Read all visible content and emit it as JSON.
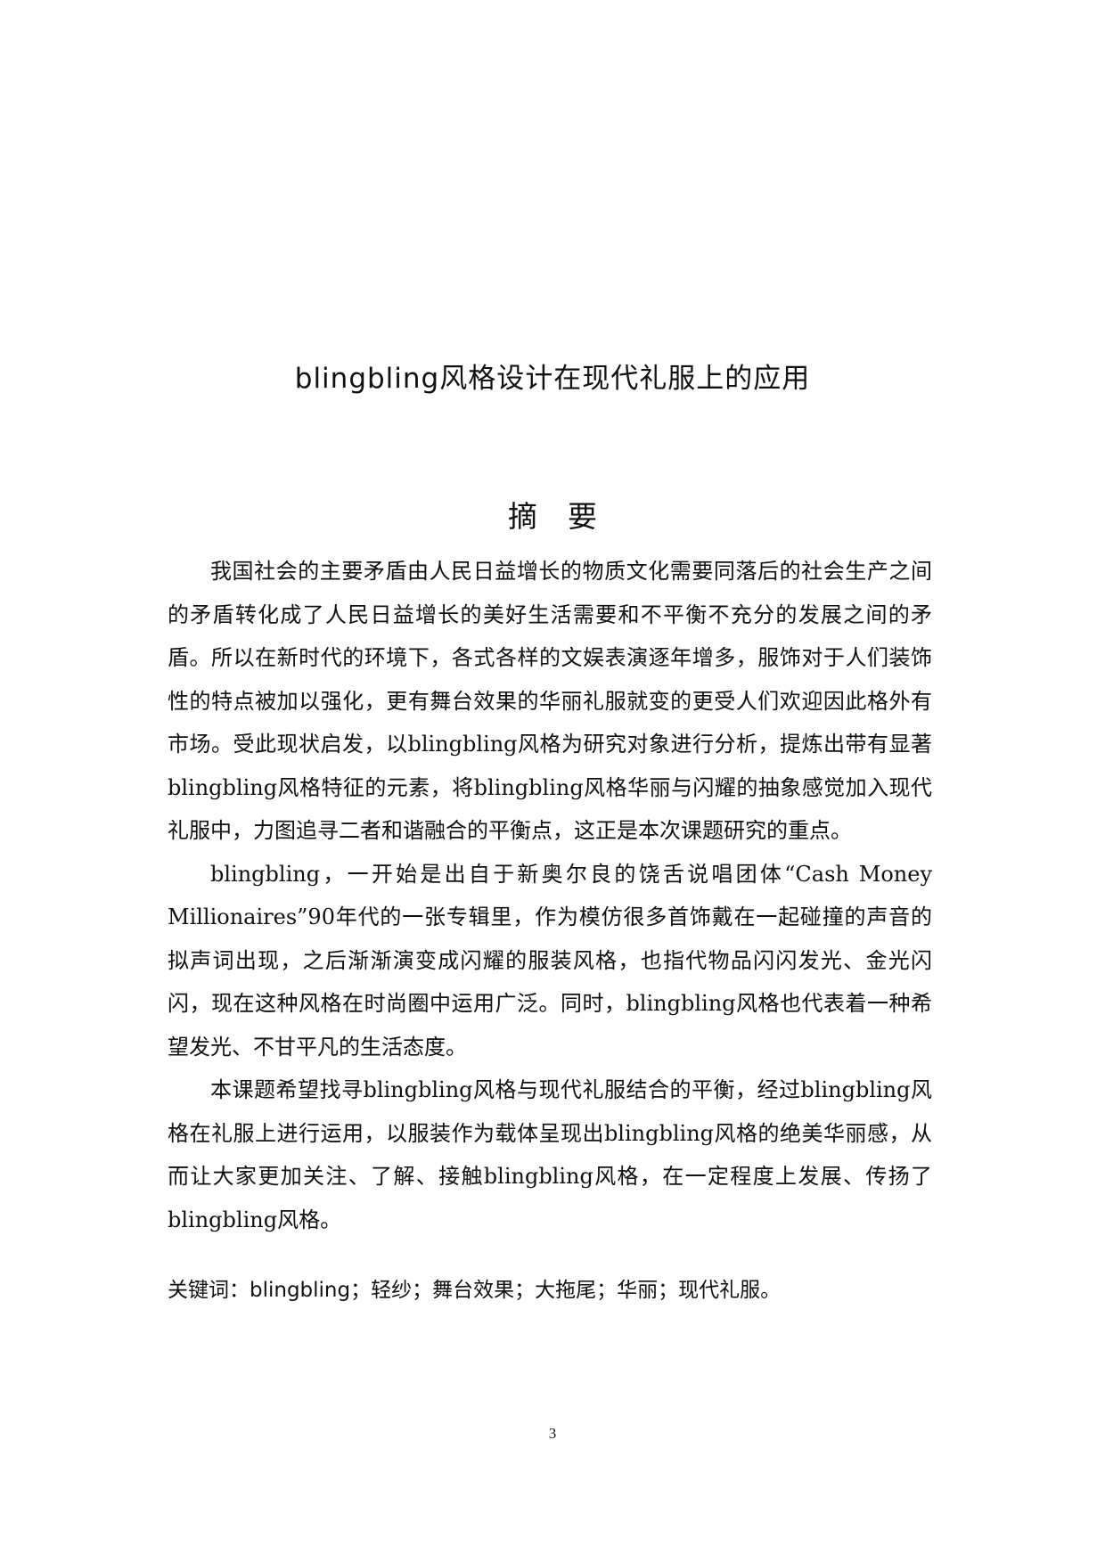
{
  "document": {
    "title": "blingbling风格设计在现代礼服上的应用",
    "abstract_heading": "摘要",
    "paragraphs": [
      "我国社会的主要矛盾由人民日益增长的物质文化需要同落后的社会生产之间的矛盾转化成了人民日益增长的美好生活需要和不平衡不充分的发展之间的矛盾。所以在新时代的环境下，各式各样的文娱表演逐年增多，服饰对于人们装饰性的特点被加以强化，更有舞台效果的华丽礼服就变的更受人们欢迎因此格外有市场。受此现状启发，以blingbling风格为研究对象进行分析，提炼出带有显著blingbling风格特征的元素，将blingbling风格华丽与闪耀的抽象感觉加入现代礼服中，力图追寻二者和谐融合的平衡点，这正是本次课题研究的重点。",
      "blingbling，一开始是出自于新奥尔良的饶舌说唱团体“Cash Money Millionaires”90年代的一张专辑里，作为模仿很多首饰戴在一起碰撞的声音的拟声词出现，之后渐渐演变成闪耀的服装风格，也指代物品闪闪发光、金光闪闪，现在这种风格在时尚圈中运用广泛。同时，blingbling风格也代表着一种希望发光、不甘平凡的生活态度。",
      "本课题希望找寻blingbling风格与现代礼服结合的平衡，经过blingbling风格在礼服上进行运用，以服装作为载体呈现出blingbling风格的绝美华丽感，从而让大家更加关注、了解、接触blingbling风格，在一定程度上发展、传扬了blingbling风格。"
    ],
    "keywords": "关键词：blingbling；轻纱；舞台效果；大拖尾；华丽；现代礼服。",
    "page_number": "3"
  }
}
